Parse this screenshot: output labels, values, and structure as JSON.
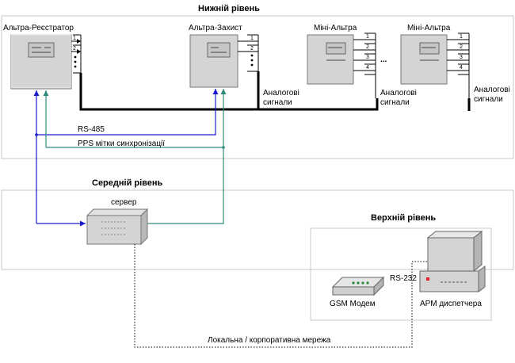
{
  "levels": {
    "lower": "Нижній рівень",
    "middle": "Середній рівень",
    "upper": "Верхній рівень"
  },
  "devices": {
    "altra_registrar": "Альтра-Реєстратор",
    "altra_protection": "Альтра-Захист",
    "mini_altra_1": "Міні-Альтра",
    "mini_altra_2": "Міні-Альтра",
    "server": "сервер",
    "gsm_modem": "GSM Модем",
    "operator_workstation": "АРМ диспетчера"
  },
  "channels": [
    "1",
    "2",
    "3",
    "4"
  ],
  "signals": {
    "analog_line1": "Аналогові",
    "analog_line2": "сигнали"
  },
  "links": {
    "rs485": "RS-485",
    "pps": "PPS мітки синхронізації",
    "rs232": "RS-232",
    "network": "Локальна / корпоративна  мережа"
  },
  "ellipsis": "...",
  "colors": {
    "rs485": "#1a1acc",
    "pps": "#2e8b7a",
    "bus": "#000000",
    "panel_border": "#c8c8c8",
    "device_body": "#d4d4d4"
  }
}
